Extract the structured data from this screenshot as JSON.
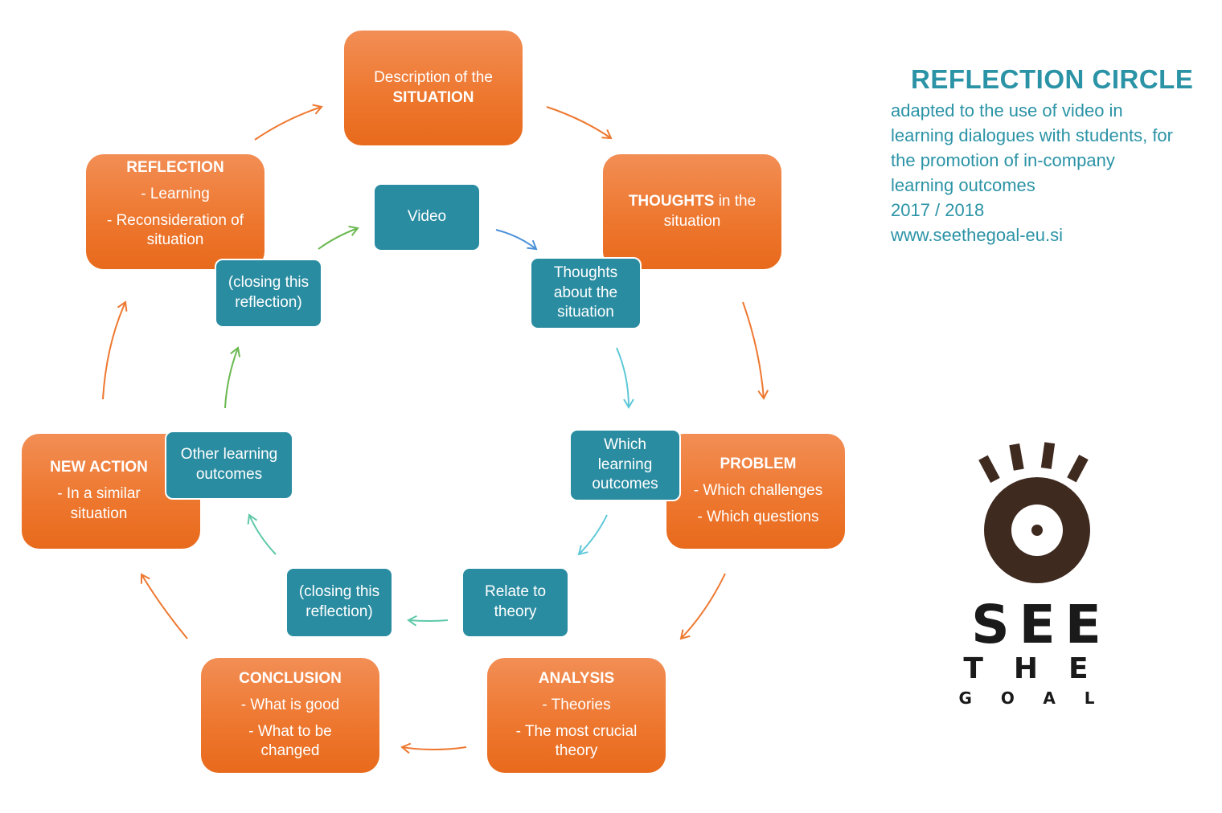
{
  "title": {
    "heading": "REFLECTION CIRCLE",
    "lines": [
      "adapted to the use of video in",
      "learning dialogues with students, for",
      "the promotion of in-company",
      "learning outcomes",
      "2017 / 2018",
      "www.seethegoal-eu.si"
    ]
  },
  "outer": {
    "situation": {
      "pre": "Description of the",
      "bold": "SITUATION"
    },
    "thoughts": {
      "bold": "THOUGHTS",
      "rest": " in the",
      "line2": "situation"
    },
    "problem": {
      "head": "PROBLEM",
      "items": [
        "- Which challenges",
        "- Which questions"
      ]
    },
    "analysis": {
      "head": "ANALYSIS",
      "items": [
        "- Theories",
        "- The most crucial theory"
      ]
    },
    "conclusion": {
      "head": "CONCLUSION",
      "items": [
        "- What is good",
        "- What to be changed"
      ]
    },
    "new_action": {
      "head": "NEW ACTION",
      "items": [
        "- In a similar situation"
      ]
    },
    "reflection": {
      "head": "REFLECTION",
      "items": [
        "- Learning",
        "- Reconsideration of situation"
      ]
    }
  },
  "inner": {
    "video": "Video",
    "thoughts_about": "Thoughts about the situation",
    "which_learning": "Which learning outcomes",
    "relate_theory": "Relate to theory",
    "closing_bottom": "(closing this reflection)",
    "other_learning": "Other learning outcomes",
    "closing_top": "(closing this reflection)"
  },
  "logo": {
    "lines": [
      "SEE",
      "THE",
      "GOAL"
    ]
  },
  "colors": {
    "orange": "#ee7830",
    "teal": "#2a8ca1",
    "title_teal": "#2b93a6",
    "logo_brown": "#3f2a20",
    "arrow_blue": "#4a90d9",
    "arrow_cyan": "#5ec8d8",
    "arrow_mint": "#5ec8a8",
    "arrow_green": "#6ab850"
  }
}
